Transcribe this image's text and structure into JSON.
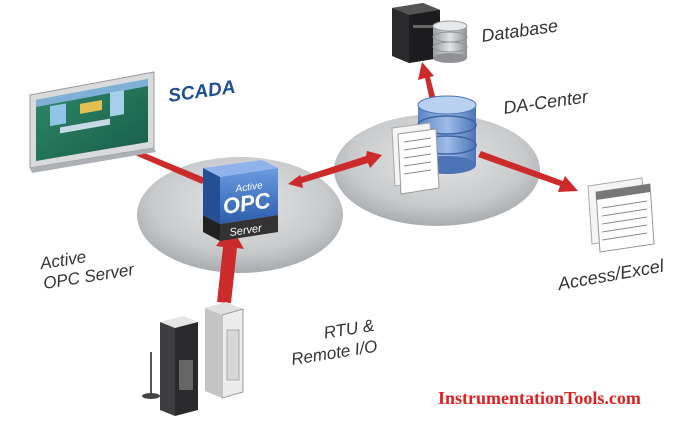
{
  "nodes": {
    "scada": "SCADA",
    "database": "Database",
    "da_center": "DA-Center",
    "access_excel": "Access/Excel",
    "active_opc_server": {
      "line1": "Active",
      "line2": "OPC Server"
    },
    "rtu_remote_io": {
      "line1": "RTU &",
      "line2": "Remote I/O"
    }
  },
  "opc_box": {
    "active": "Active",
    "opc": "OPC",
    "server": "Server"
  },
  "watermark": "InstrumentationTools.com",
  "colors": {
    "arrow": "#cc2b2b",
    "opc_blue": "#3a6fc4",
    "scada_blue": "#1f4f93",
    "watermark_red": "#e02020",
    "platform_gray": "#c9cbcd"
  }
}
